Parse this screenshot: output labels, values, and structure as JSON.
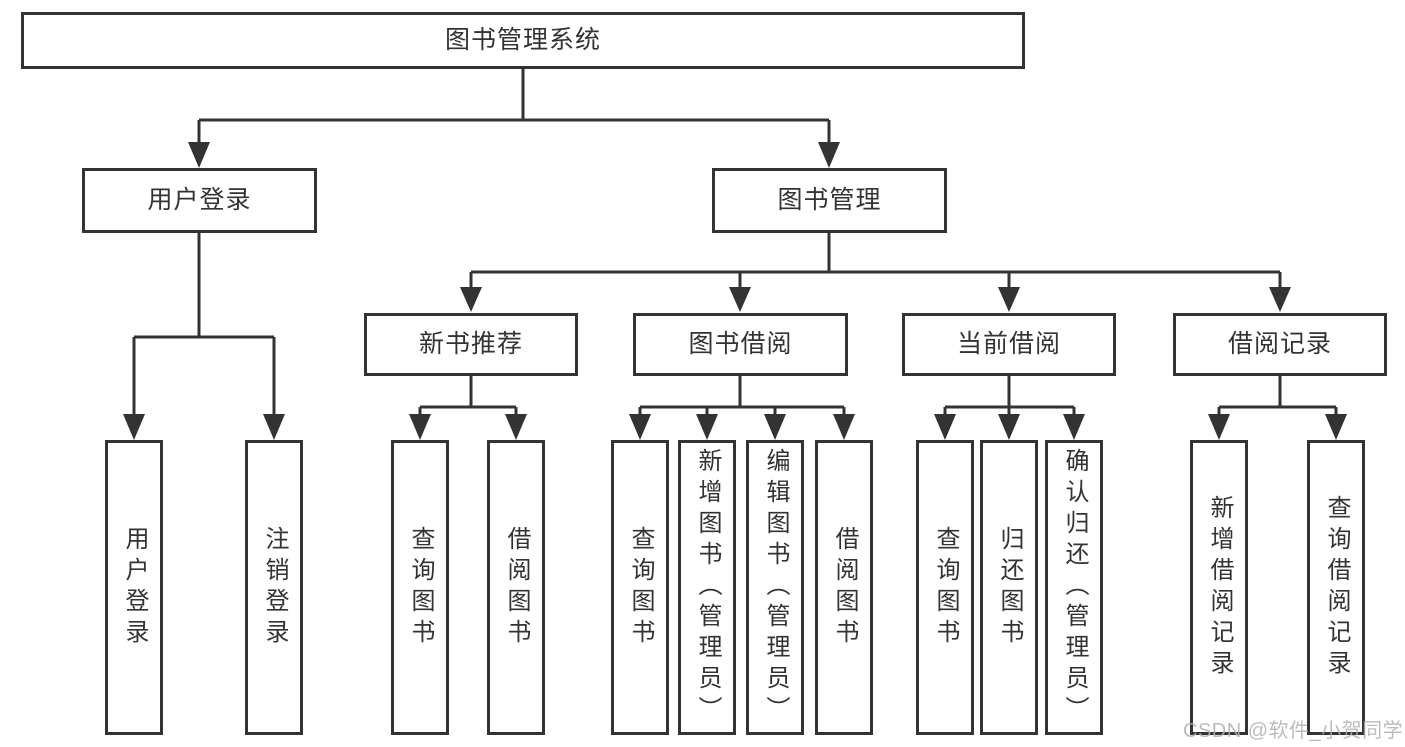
{
  "tree": {
    "label": "图书管理系统",
    "children": [
      {
        "label": "用户登录",
        "children": [
          {
            "label": "用户登录"
          },
          {
            "label": "注销登录"
          }
        ]
      },
      {
        "label": "图书管理",
        "children": [
          {
            "label": "新书推荐",
            "children": [
              {
                "label": "查询图书"
              },
              {
                "label": "借阅图书"
              }
            ]
          },
          {
            "label": "图书借阅",
            "children": [
              {
                "label": "查询图书"
              },
              {
                "label": "新增图书（管理员）"
              },
              {
                "label": "编辑图书（管理员）"
              },
              {
                "label": "借阅图书"
              }
            ]
          },
          {
            "label": "当前借阅",
            "children": [
              {
                "label": "查询图书"
              },
              {
                "label": "归还图书"
              },
              {
                "label": "确认归还（管理员）"
              }
            ]
          },
          {
            "label": "借阅记录",
            "children": [
              {
                "label": "新增借阅记录"
              },
              {
                "label": "查询借阅记录"
              }
            ]
          }
        ]
      }
    ]
  },
  "watermark": "CSDN @软件_小贺同学",
  "colors": {
    "line": "#333333",
    "box_border": "#333333",
    "box_fill": "#ffffff",
    "text": "#333333",
    "watermark_text": "#b0b0b0",
    "background": "#ffffff"
  }
}
